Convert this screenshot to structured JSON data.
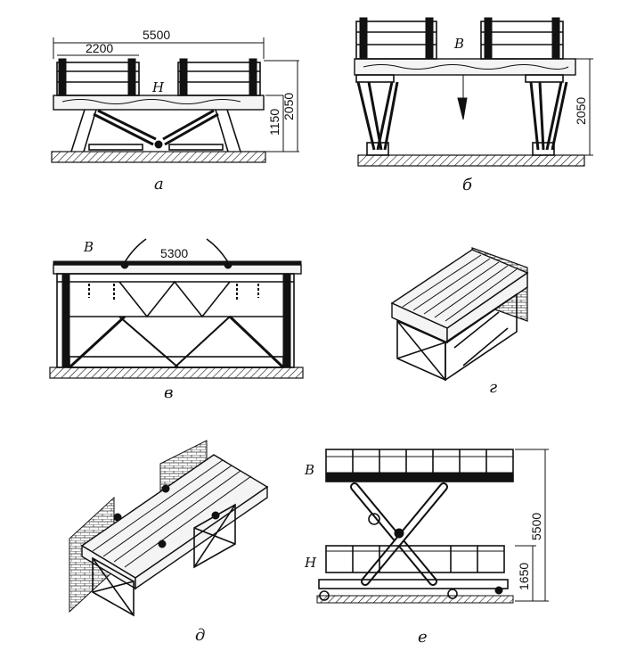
{
  "panels": {
    "a": {
      "label": "а",
      "dims": {
        "total_width": "5500",
        "deck_width": "2200",
        "height_upper": "2050",
        "height_lower": "1150"
      },
      "letter": "Н"
    },
    "b": {
      "label": "б",
      "dims": {
        "height": "2050"
      },
      "letter": "В"
    },
    "v": {
      "label": "в",
      "dims": {
        "width": "5300"
      },
      "letter": "В"
    },
    "g": {
      "label": "г"
    },
    "d": {
      "label": "д"
    },
    "e": {
      "label": "е",
      "dims": {
        "height_total": "5500",
        "height_lower": "1650"
      },
      "letter_upper": "В",
      "letter_lower": "Н"
    }
  }
}
